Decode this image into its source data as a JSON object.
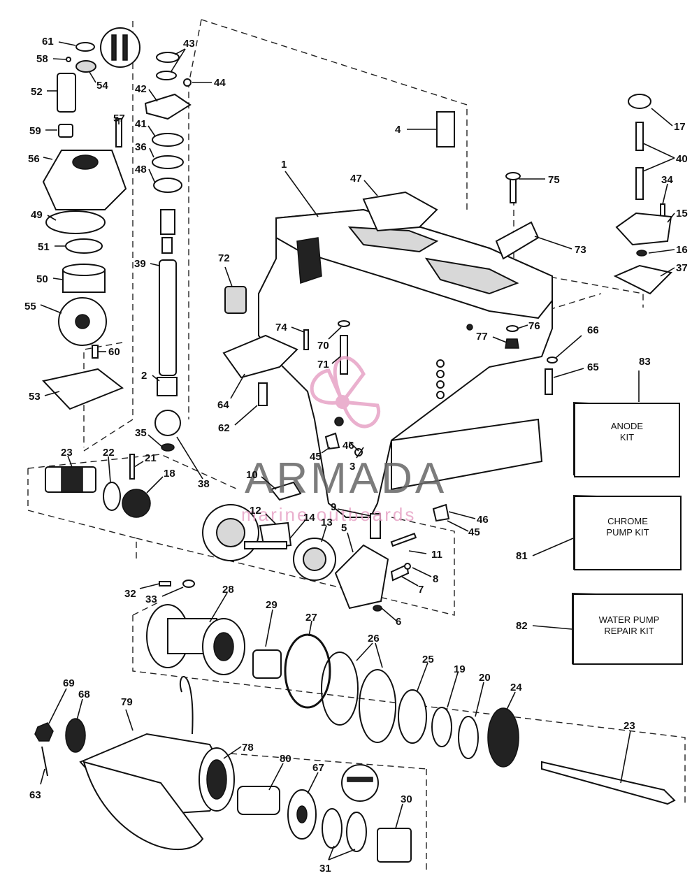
{
  "watermark": {
    "brand": "ARMADA",
    "tagline": "marine outboards",
    "accent_color": "#e7a3c6",
    "text_color": "#666666",
    "icon": "propeller-logo-icon"
  },
  "kits": [
    {
      "number": "83",
      "line1": "ANODE",
      "line2": "KIT"
    },
    {
      "number": "81",
      "line1": "CHROME",
      "line2": "PUMP KIT"
    },
    {
      "number": "82",
      "line1": "WATER PUMP",
      "line2": "REPAIR KIT"
    }
  ],
  "parts": {
    "p1": "1",
    "p2": "2",
    "p3": "3",
    "p4": "4",
    "p5": "5",
    "p6": "6",
    "p7": "7",
    "p8": "8",
    "p9": "9",
    "p10": "10",
    "p11": "11",
    "p12": "12",
    "p13": "13",
    "p14": "14",
    "p15": "15",
    "p16": "16",
    "p17": "17",
    "p18": "18",
    "p19": "19",
    "p20": "20",
    "p21": "21",
    "p22": "22",
    "p23a": "23",
    "p23b": "23",
    "p24": "24",
    "p25": "25",
    "p26": "26",
    "p27": "27",
    "p28": "28",
    "p29": "29",
    "p30": "30",
    "p31": "31",
    "p32": "32",
    "p33": "33",
    "p34": "34",
    "p35": "35",
    "p36": "36",
    "p37": "37",
    "p38": "38",
    "p39": "39",
    "p40": "40",
    "p41": "41",
    "p42": "42",
    "p43": "43",
    "p44": "44",
    "p45a": "45",
    "p45b": "45",
    "p46a": "46",
    "p46b": "46",
    "p47": "47",
    "p48": "48",
    "p49": "49",
    "p50": "50",
    "p51": "51",
    "p52": "52",
    "p53": "53",
    "p54": "54",
    "p55": "55",
    "p56": "56",
    "p57": "57",
    "p58": "58",
    "p59": "59",
    "p60": "60",
    "p61": "61",
    "p62": "62",
    "p63": "63",
    "p64": "64",
    "p65": "65",
    "p66": "66",
    "p67": "67",
    "p68": "68",
    "p69": "69",
    "p70": "70",
    "p71": "71",
    "p72": "72",
    "p73": "73",
    "p74": "74",
    "p75": "75",
    "p76": "76",
    "p77": "77",
    "p78": "78",
    "p79": "79",
    "p80": "80"
  }
}
